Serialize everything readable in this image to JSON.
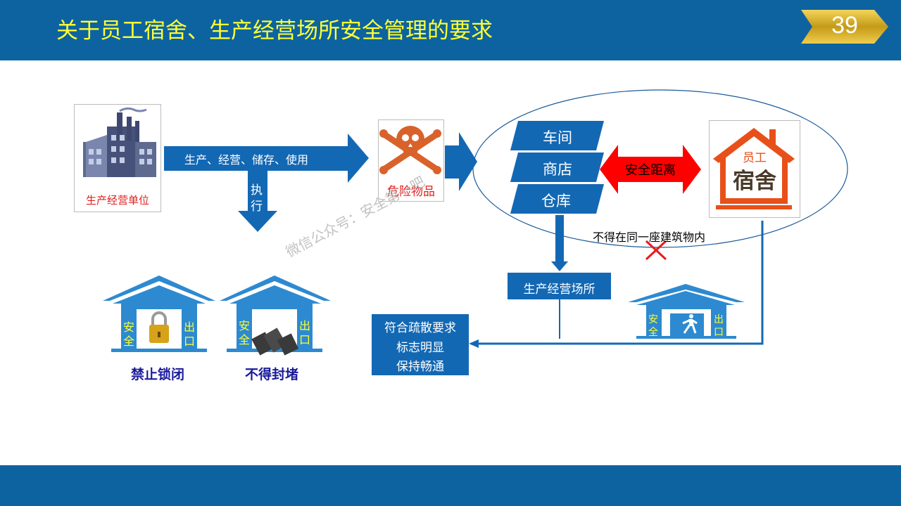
{
  "slide": {
    "title": "关于员工宿舍、生产经营场所安全管理的要求",
    "page_number": "39"
  },
  "diagram": {
    "factory_label": "生产经营单位",
    "arrow_main_label": "生产、经营、储存、使用",
    "arrow_down_label_1": "执",
    "arrow_down_label_2": "行",
    "hazard_label": "危险物品",
    "workplaces": [
      "车间",
      "商店",
      "仓库"
    ],
    "safe_distance_label": "安全距离",
    "dorm_label_top": "员工",
    "dorm_label_main": "宿舍",
    "not_same_building": "不得在同一座建筑物内",
    "workplace_box": "生产经营场所",
    "requirements": [
      "符合疏散要求",
      "标志明显",
      "保持畅通"
    ],
    "exit_left_chars": [
      "安",
      "全"
    ],
    "exit_right_chars": [
      "出",
      "口"
    ],
    "exit1_caption": "禁止锁闭",
    "exit2_caption": "不得封堵",
    "watermark": "微信公众号：安全第一吧"
  },
  "colors": {
    "header_blue": "#0d63a0",
    "title_yellow": "#ffff33",
    "shape_blue": "#1368b4",
    "danger_red": "#ff0000",
    "caption_navy": "#1a1a9a"
  }
}
